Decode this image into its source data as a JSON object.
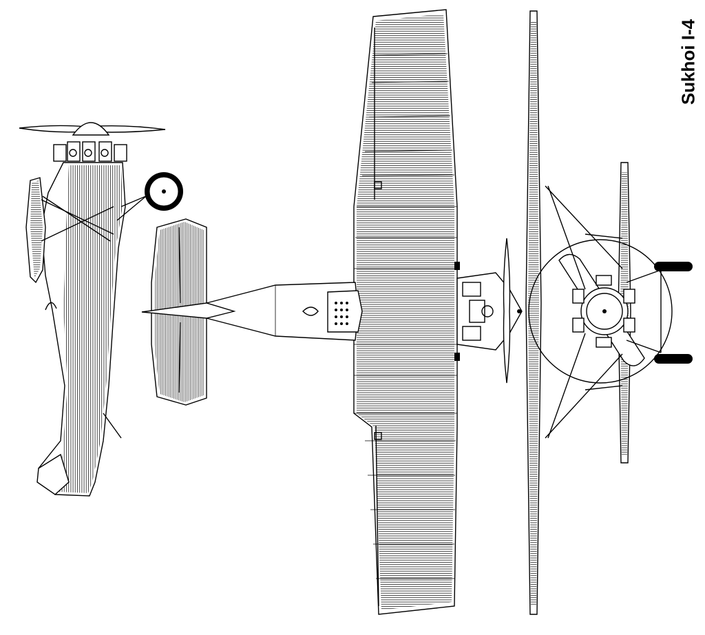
{
  "drawing": {
    "title": "Sukhoi I-4",
    "views": [
      "side-view",
      "top-view",
      "front-view"
    ],
    "line_color": "#000000",
    "background": "#ffffff"
  }
}
